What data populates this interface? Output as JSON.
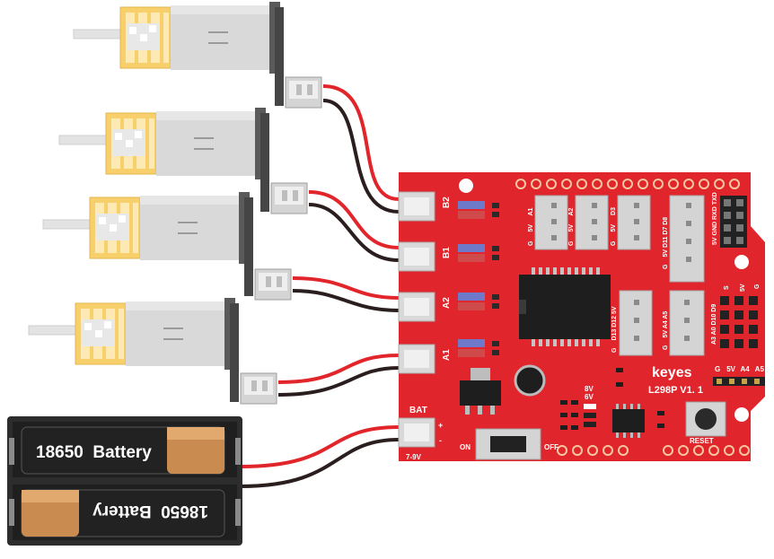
{
  "board": {
    "brand": "keyes",
    "model": "L298P V1. 1",
    "ports": {
      "b2": "B2",
      "b1": "B1",
      "a2": "A2",
      "a1": "A1",
      "bat": "BAT"
    },
    "bat_polarity": {
      "plus": "+",
      "minus": "-"
    },
    "bat_range": "7-9V",
    "switch_on": "ON",
    "switch_off": "OFF",
    "jumper_8v": "8V",
    "jumper_6v": "6V",
    "reset": "RESET",
    "hdr1": {
      "g": "G",
      "v": "5V",
      "p": "A1"
    },
    "hdr2": {
      "g": "G",
      "v": "5V",
      "p": "A2"
    },
    "hdr3": {
      "g": "G",
      "v": "5V",
      "p": "D3"
    },
    "hdr4": {
      "g": "G",
      "pins": "5V D11 D7 D8"
    },
    "hdr5": {
      "g": "G",
      "pins": "D13 D12 5V"
    },
    "hdr6": {
      "g": "G",
      "pins": "5V A4 A5"
    },
    "hdr7": {
      "pins": "A3 A0 D10 D9"
    },
    "uart": "5V GND RXD TXD",
    "sv": {
      "s": "S",
      "v": "5V",
      "g": "G"
    },
    "i2c": {
      "g": "G",
      "v": "5V",
      "a4": "A4",
      "a5": "A5"
    }
  },
  "battery": {
    "cell_top": "18650  Battery",
    "cell_bottom": "18650  Battery"
  },
  "colors": {
    "board": "#e0262c",
    "wire_red": "#e2252b",
    "wire_black": "#2a1e1e",
    "gear": "#f7cf6b",
    "motor_body": "#d9d9d9",
    "battery_case": "#2d2d2d",
    "cell_copper": "#c98b4f"
  }
}
